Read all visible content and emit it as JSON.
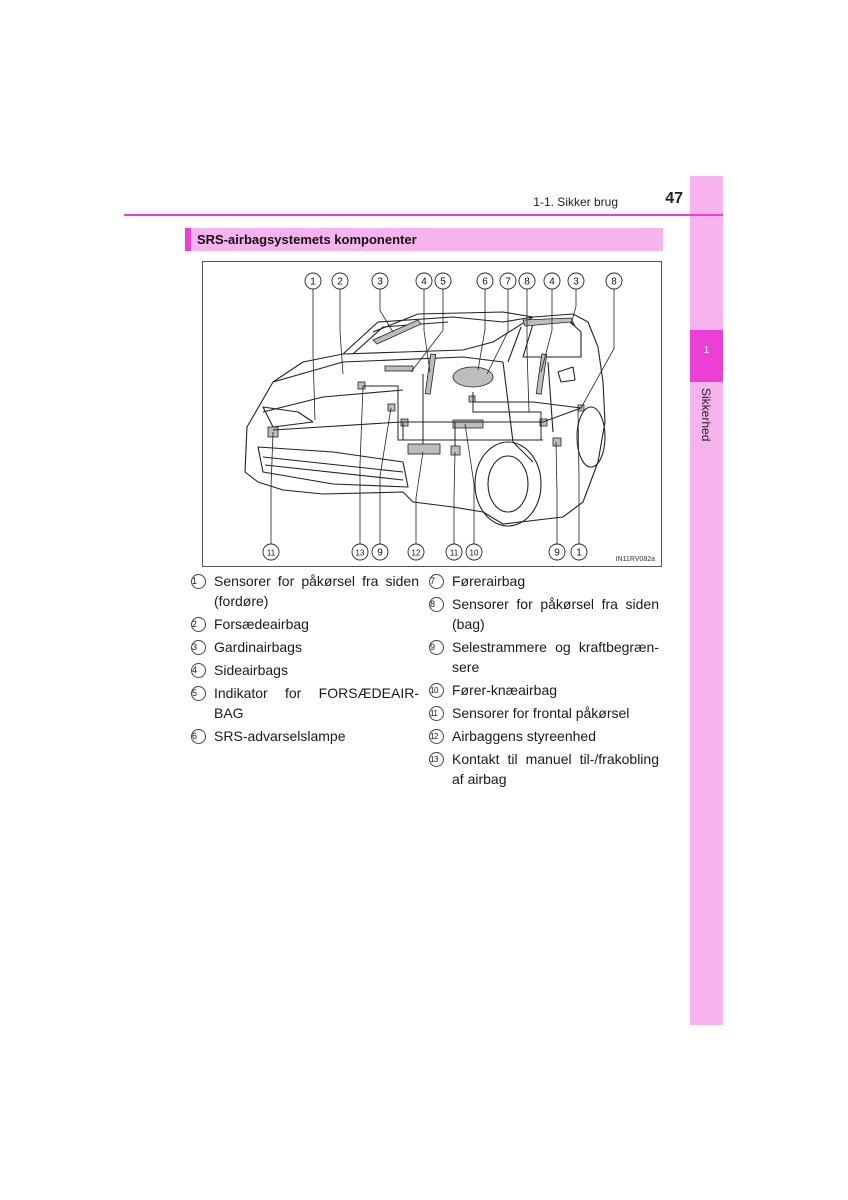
{
  "header": {
    "section": "1-1. Sikker brug",
    "page_number": "47"
  },
  "sidebar": {
    "chapter_number": "1",
    "chapter_label": "Sikkerhed"
  },
  "section_heading": "SRS-airbagsystemets komponenter",
  "figure": {
    "code": "IN11RV082a",
    "top_callouts": [
      "1",
      "2",
      "3",
      "4",
      "5",
      "6",
      "7",
      "8",
      "4",
      "3",
      "8"
    ],
    "bottom_callouts": [
      "11",
      "13",
      "9",
      "12",
      "11",
      "10",
      "9",
      "1"
    ]
  },
  "legend_left": [
    {
      "num": "1",
      "text": "Sensorer for påkørsel fra siden (fordøre)"
    },
    {
      "num": "2",
      "text": "Forsædeairbag"
    },
    {
      "num": "3",
      "text": "Gardinairbags"
    },
    {
      "num": "4",
      "text": "Sideairbags"
    },
    {
      "num": "5",
      "text": "Indikator for FORSÆDEAIR-BAG"
    },
    {
      "num": "6",
      "text": "SRS-advarselslampe"
    }
  ],
  "legend_right": [
    {
      "num": "7",
      "text": "Førerairbag"
    },
    {
      "num": "8",
      "text": "Sensorer for påkørsel fra siden (bag)"
    },
    {
      "num": "9",
      "text": "Selestrammere og kraftbegræn-sere"
    },
    {
      "num": "10",
      "text": "Fører-knæairbag"
    },
    {
      "num": "11",
      "text": "Sensorer for frontal påkørsel"
    },
    {
      "num": "12",
      "text": "Airbaggens styreenhed"
    },
    {
      "num": "13",
      "text": "Kontakt til manuel til-/frakobling af airbag"
    }
  ]
}
